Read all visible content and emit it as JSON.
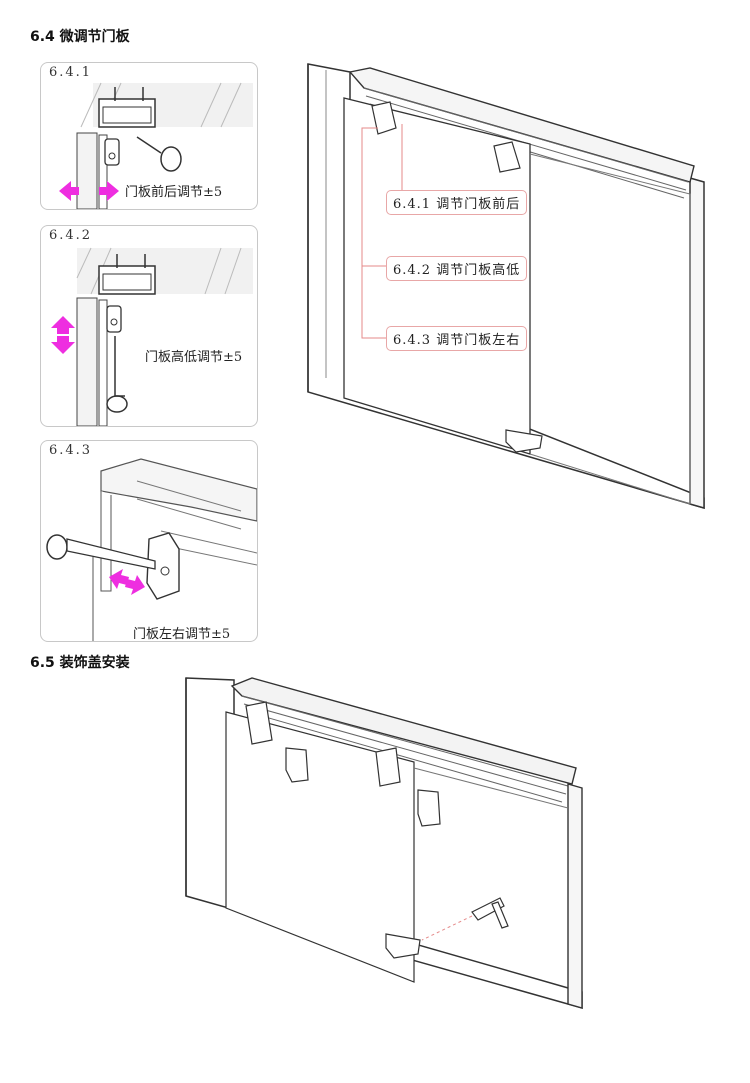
{
  "section_64": {
    "title": "6.4 微调节门板",
    "panels": [
      {
        "label": "6.4.1",
        "caption": "门板前后调节±5"
      },
      {
        "label": "6.4.2",
        "caption": "门板高低调节±5"
      },
      {
        "label": "6.4.3",
        "caption": "门板左右调节±5"
      }
    ],
    "callouts": [
      {
        "text": "6.4.1 调节门板前后"
      },
      {
        "text": "6.4.2 调节门板高低"
      },
      {
        "text": "6.4.3 调节门板左右"
      }
    ]
  },
  "section_65": {
    "title": "6.5 装饰盖安装"
  },
  "colors": {
    "arrow": "#ee2ee0",
    "callout_line": "#e58a8a",
    "panel_border": "#c8c8c8"
  }
}
